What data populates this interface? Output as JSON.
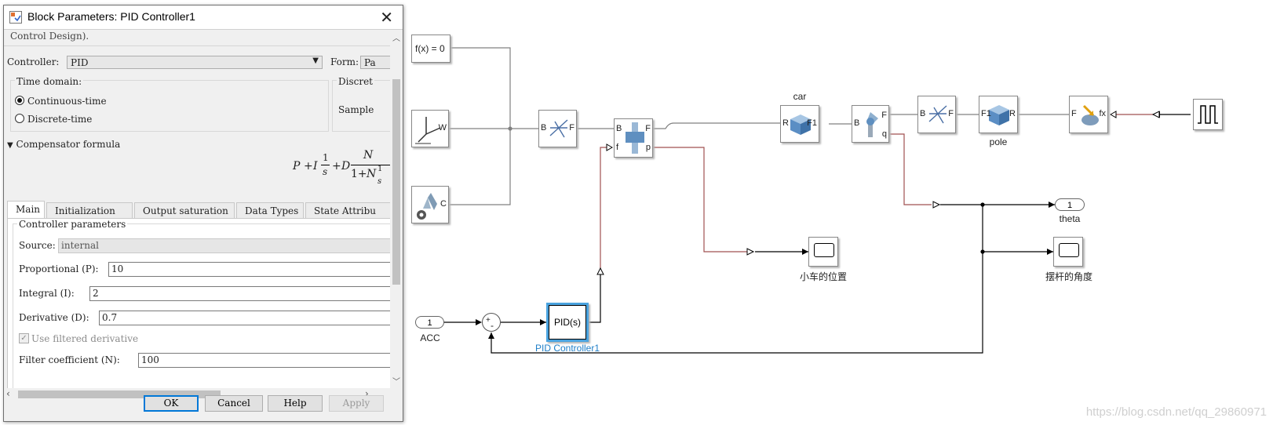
{
  "dialog": {
    "title": "Block Parameters: PID Controller1",
    "description_tail": "Control Design).",
    "controller_label": "Controller:",
    "controller_value": "PID",
    "form_label": "Form:",
    "form_value": "Pa",
    "time_domain_label": "Time domain:",
    "continuous_label": "Continuous-time",
    "discrete_label": "Discrete-time",
    "discrete_group_label": "Discret",
    "sample_label": "Sample",
    "compensator_label": "Compensator formula",
    "formula": {
      "p": "P",
      "plus1": "+",
      "i": "I",
      "one": "1",
      "s1": "s",
      "plus2": "+",
      "d": "D",
      "n_num": "N",
      "one_plus": "1+",
      "n_den": "N",
      "one_small": "1",
      "s2": "s"
    },
    "tabs": [
      "Main",
      "Initialization",
      "Output saturation",
      "Data Types",
      "State Attribu"
    ],
    "params_group_label": "Controller parameters",
    "source_label": "Source:",
    "source_value": "internal",
    "proportional_label": "Proportional (P):",
    "proportional_value": "10",
    "integral_label": "Integral (I):",
    "integral_value": "2",
    "derivative_label": "Derivative (D):",
    "derivative_value": "0.7",
    "filtered_label": "Use filtered derivative",
    "filtered_checked": true,
    "filter_coef_label": "Filter coefficient (N):",
    "filter_coef_value": "100",
    "buttons": {
      "ok": "OK",
      "cancel": "Cancel",
      "help": "Help",
      "apply": "Apply"
    }
  },
  "diagram": {
    "constraint_block": "f(x) = 0",
    "car_label": "car",
    "pole_label": "pole",
    "pid_block": "PID(s)",
    "pid_name": "PID Controller1",
    "inport_num": "1",
    "inport_name": "ACC",
    "outport_num": "1",
    "outport_name": "theta",
    "scope1_name": "小车的位置",
    "scope2_name": "摆杆的角度",
    "ports": {
      "world_w": "W",
      "config_c": "C",
      "rt1_b": "B",
      "rt1_f": "F",
      "prism_b": "B",
      "prism_f_right": "F",
      "prism_f_in": "f",
      "prism_p": "p",
      "car_r": "R",
      "car_f1": "F1",
      "rev_b": "B",
      "rev_f": "F",
      "rev_q": "q",
      "rt2_b": "B",
      "rt2_f": "F",
      "pole_f1": "F1",
      "pole_r": "R",
      "force_f": "F",
      "force_fx": "fx",
      "sum_plus": "+",
      "sum_minus": "-"
    },
    "watermark": "https://blog.csdn.net/qq_29860971"
  },
  "colors": {
    "selection": "#4aa3df",
    "physical_line": "#808080",
    "signal_line": "#000000",
    "converted_signal": "#a05050",
    "pid_name_color": "#1f7fc8"
  }
}
